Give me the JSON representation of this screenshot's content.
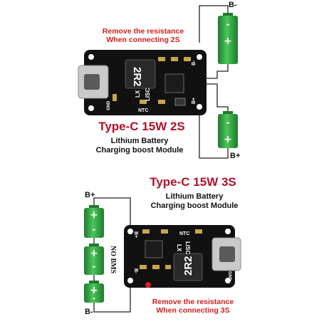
{
  "top_module": {
    "note_line1": "Remove the resistance",
    "note_line2": "When connecting 2S",
    "title": "Type-C 15W 2S",
    "desc_line1": "Lithium Battery",
    "desc_line2": "Charging boost Module",
    "inductor_mark": "2R2",
    "silk_labels": [
      "LX",
      "LISC",
      "NTC",
      "GND",
      "B-",
      "B+"
    ]
  },
  "bottom_module": {
    "title": "Type-C 15W 3S",
    "desc_line1": "Lithium Battery",
    "desc_line2": "Charging boost Module",
    "side_label": "NO BMS",
    "note_line1": "Remove the resistance",
    "note_line2": "When connecting 3S",
    "inductor_mark": "2R2",
    "silk_labels": [
      "LX",
      "LISC",
      "NTC",
      "GND",
      "B+",
      "B-"
    ]
  },
  "terminals": {
    "top_minus": "B-",
    "top_plus": "B+",
    "bottom_plus": "B+",
    "bottom_minus": "B-"
  },
  "battery_symbols": {
    "plus": "+",
    "minus": "-"
  },
  "colors": {
    "pcb": "#111111",
    "battery": "#3bb54a",
    "battery_dark": "#1f7a2c",
    "wire": "#222222",
    "note_red": "#d21f1f",
    "title_red": "#b0122a",
    "resistor_marker": "#e02020"
  }
}
